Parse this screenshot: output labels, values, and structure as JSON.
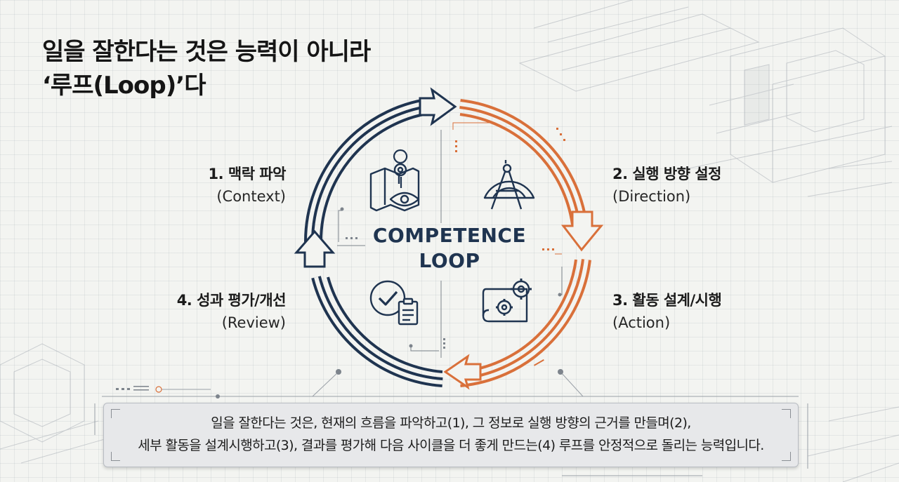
{
  "title": {
    "line1": "일을 잘한다는 것은 능력이 아니라",
    "line2": "‘루프(Loop)’다"
  },
  "center": {
    "line1": "COMPETENCE",
    "line2": "LOOP"
  },
  "stages": [
    {
      "kr": "1. 맥락 파악",
      "en": "(Context)",
      "icon": "map-eye-icon"
    },
    {
      "kr": "2. 실행 방향 설정",
      "en": "(Direction)",
      "icon": "compass-protractor-icon"
    },
    {
      "kr": "3. 활동 설계/시행",
      "en": "(Action)",
      "icon": "blueprint-gears-icon"
    },
    {
      "kr": "4. 성과 평가/개선",
      "en": "(Review)",
      "icon": "checkmark-clipboard-icon"
    }
  ],
  "summary": {
    "line1": "일을 잘한다는 것은, 현재의 흐름을 파악하고(1), 그 정보로 실행 방향의 근거를 만들며(2),",
    "line2": "세부 활동을 설계시행하고(3), 결과를 평가해 다음 사이클을 더 좋게 만드는(4) 루프를 안정적으로 돌리는 능력입니다."
  },
  "colors": {
    "navy": "#1f3450",
    "orange": "#d9703a",
    "text": "#1a1a1a"
  }
}
